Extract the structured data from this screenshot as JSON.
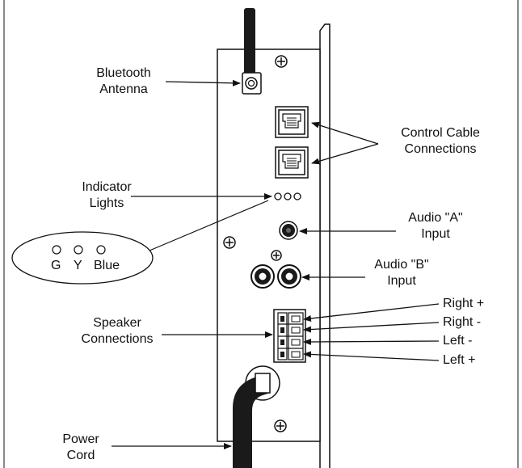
{
  "labels": {
    "bluetooth_antenna": [
      "Bluetooth",
      "Antenna"
    ],
    "control_cable": [
      "Control Cable",
      "Connections"
    ],
    "indicator_lights": [
      "Indicator",
      "Lights"
    ],
    "audio_a": [
      "Audio \"A\"",
      "Input"
    ],
    "audio_b": [
      "Audio \"B\"",
      "Input"
    ],
    "speaker_connections": [
      "Speaker",
      "Connections"
    ],
    "power_cord": [
      "Power",
      "Cord"
    ],
    "right_plus": "Right +",
    "right_minus": "Right -",
    "left_minus": "Left -",
    "left_plus": "Left +"
  },
  "indicator_callout": {
    "g": "G",
    "y": "Y",
    "blue": "Blue"
  },
  "colors": {
    "frame": "#8a8a8a",
    "line": "#111111",
    "cable": "#1a1a1a"
  }
}
